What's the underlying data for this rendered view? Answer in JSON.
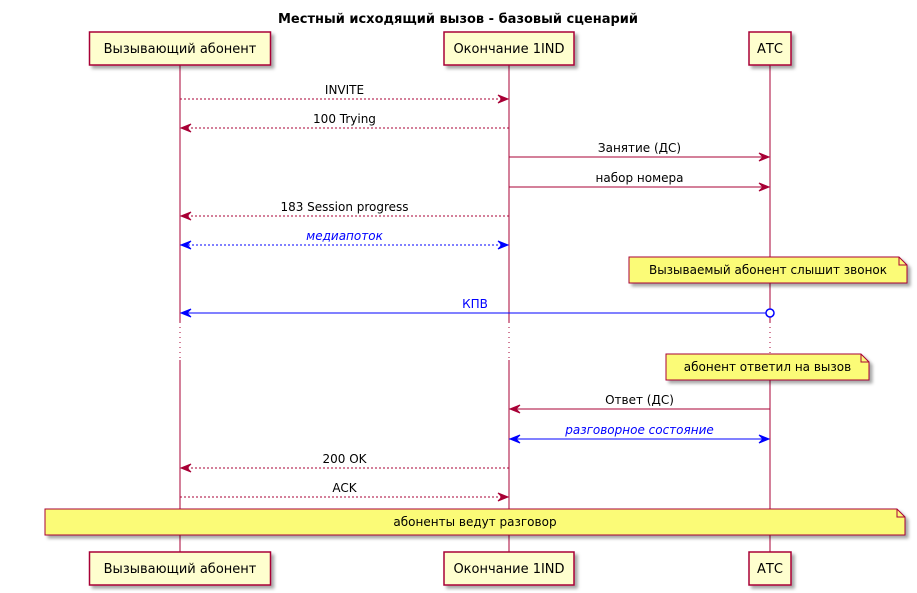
{
  "title": "Местный исходящий вызов - базовый сценарий",
  "colors": {
    "lifeline": "#a80036",
    "actor_fill": "#fefece",
    "note_fill": "#fbfb77",
    "message": "#a80036",
    "media": "#0000ff",
    "media_text": "#0000ff"
  },
  "participants": [
    {
      "id": "caller",
      "label": "Вызывающий абонент"
    },
    {
      "id": "ind",
      "label": "Окончание 1IND"
    },
    {
      "id": "atc",
      "label": "АТС"
    }
  ],
  "messages": [
    {
      "from": "caller",
      "to": "ind",
      "label": "INVITE",
      "style": "dashed",
      "color": "message"
    },
    {
      "from": "ind",
      "to": "caller",
      "label": "100 Trying",
      "style": "dashed",
      "color": "message"
    },
    {
      "from": "ind",
      "to": "atc",
      "label": "Занятие (ДС)",
      "style": "solid",
      "color": "message"
    },
    {
      "from": "ind",
      "to": "atc",
      "label": "набор номера",
      "style": "solid",
      "color": "message"
    },
    {
      "from": "ind",
      "to": "caller",
      "label": "183 Session progress",
      "style": "dashed",
      "color": "message"
    },
    {
      "from": "caller",
      "to": "ind",
      "label": "медиапоток",
      "style": "dashed",
      "color": "media",
      "bidirectional": true,
      "italic": true
    },
    {
      "note": true,
      "over": "atc",
      "label": "Вызываемый абонент слышит звонок"
    },
    {
      "from": "atc",
      "to": "caller",
      "label": "КПВ",
      "style": "solid",
      "color": "media",
      "circle_start": true
    },
    {
      "divider": true
    },
    {
      "note": true,
      "over": "atc",
      "label": "абонент ответил на вызов"
    },
    {
      "from": "atc",
      "to": "ind",
      "label": "Ответ (ДС)",
      "style": "solid",
      "color": "message"
    },
    {
      "from": "ind",
      "to": "atc",
      "label": "разговорное состояние",
      "style": "solid",
      "color": "media",
      "bidirectional": true,
      "italic": true
    },
    {
      "from": "ind",
      "to": "caller",
      "label": "200 OK",
      "style": "dashed",
      "color": "message"
    },
    {
      "from": "caller",
      "to": "ind",
      "label": "ACK",
      "style": "dashed",
      "color": "message"
    },
    {
      "note": true,
      "span": true,
      "label": "абоненты ведут разговор"
    }
  ]
}
